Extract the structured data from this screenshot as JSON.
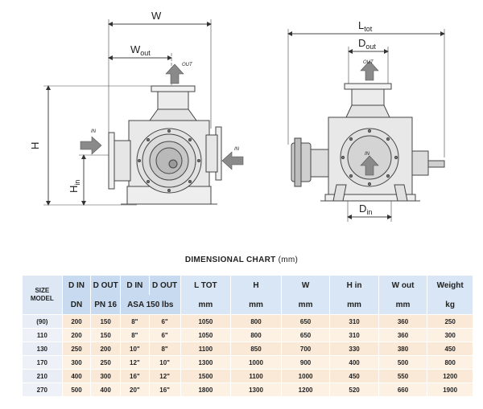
{
  "drawing": {
    "left_labels": {
      "w": "W",
      "w_out": "W",
      "w_out_sub": "out",
      "h": "H",
      "h_in": "H",
      "h_in_sub": "in",
      "in_left": "IN",
      "in_right": "IN",
      "out": "OUT"
    },
    "right_labels": {
      "l_tot": "L",
      "l_tot_sub": "tot",
      "d_out": "D",
      "d_out_sub": "out",
      "d_in": "D",
      "d_in_sub": "in",
      "out": "OUT",
      "in": "IN"
    }
  },
  "chart": {
    "title": "DIMENSIONAL CHART",
    "unit": "(mm)",
    "header1": [
      "D IN",
      "D OUT",
      "D IN",
      "D OUT",
      "L TOT",
      "H",
      "W",
      "H in",
      "W out",
      "Weight"
    ],
    "size_label": "SIZE",
    "model_label": "MODEL",
    "header2": [
      "DN",
      "PN 16",
      "ASA 150 lbs",
      "mm",
      "mm",
      "mm",
      "mm",
      "mm",
      "kg"
    ],
    "rows": [
      {
        "model": "(90)",
        "cells": [
          "200",
          "150",
          "8\"",
          "6\"",
          "1050",
          "800",
          "650",
          "310",
          "360",
          "250"
        ]
      },
      {
        "model": "110",
        "cells": [
          "200",
          "150",
          "8\"",
          "6\"",
          "1050",
          "800",
          "650",
          "310",
          "360",
          "300"
        ]
      },
      {
        "model": "130",
        "cells": [
          "250",
          "200",
          "10\"",
          "8\"",
          "1100",
          "850",
          "700",
          "330",
          "380",
          "450"
        ]
      },
      {
        "model": "170",
        "cells": [
          "300",
          "250",
          "12\"",
          "10\"",
          "1300",
          "1000",
          "900",
          "400",
          "500",
          "800"
        ]
      },
      {
        "model": "210",
        "cells": [
          "400",
          "300",
          "16\"",
          "12\"",
          "1500",
          "1100",
          "1000",
          "450",
          "550",
          "1200"
        ]
      },
      {
        "model": "270",
        "cells": [
          "500",
          "400",
          "20\"",
          "16\"",
          "1800",
          "1300",
          "1200",
          "520",
          "660",
          "1900"
        ]
      }
    ]
  }
}
